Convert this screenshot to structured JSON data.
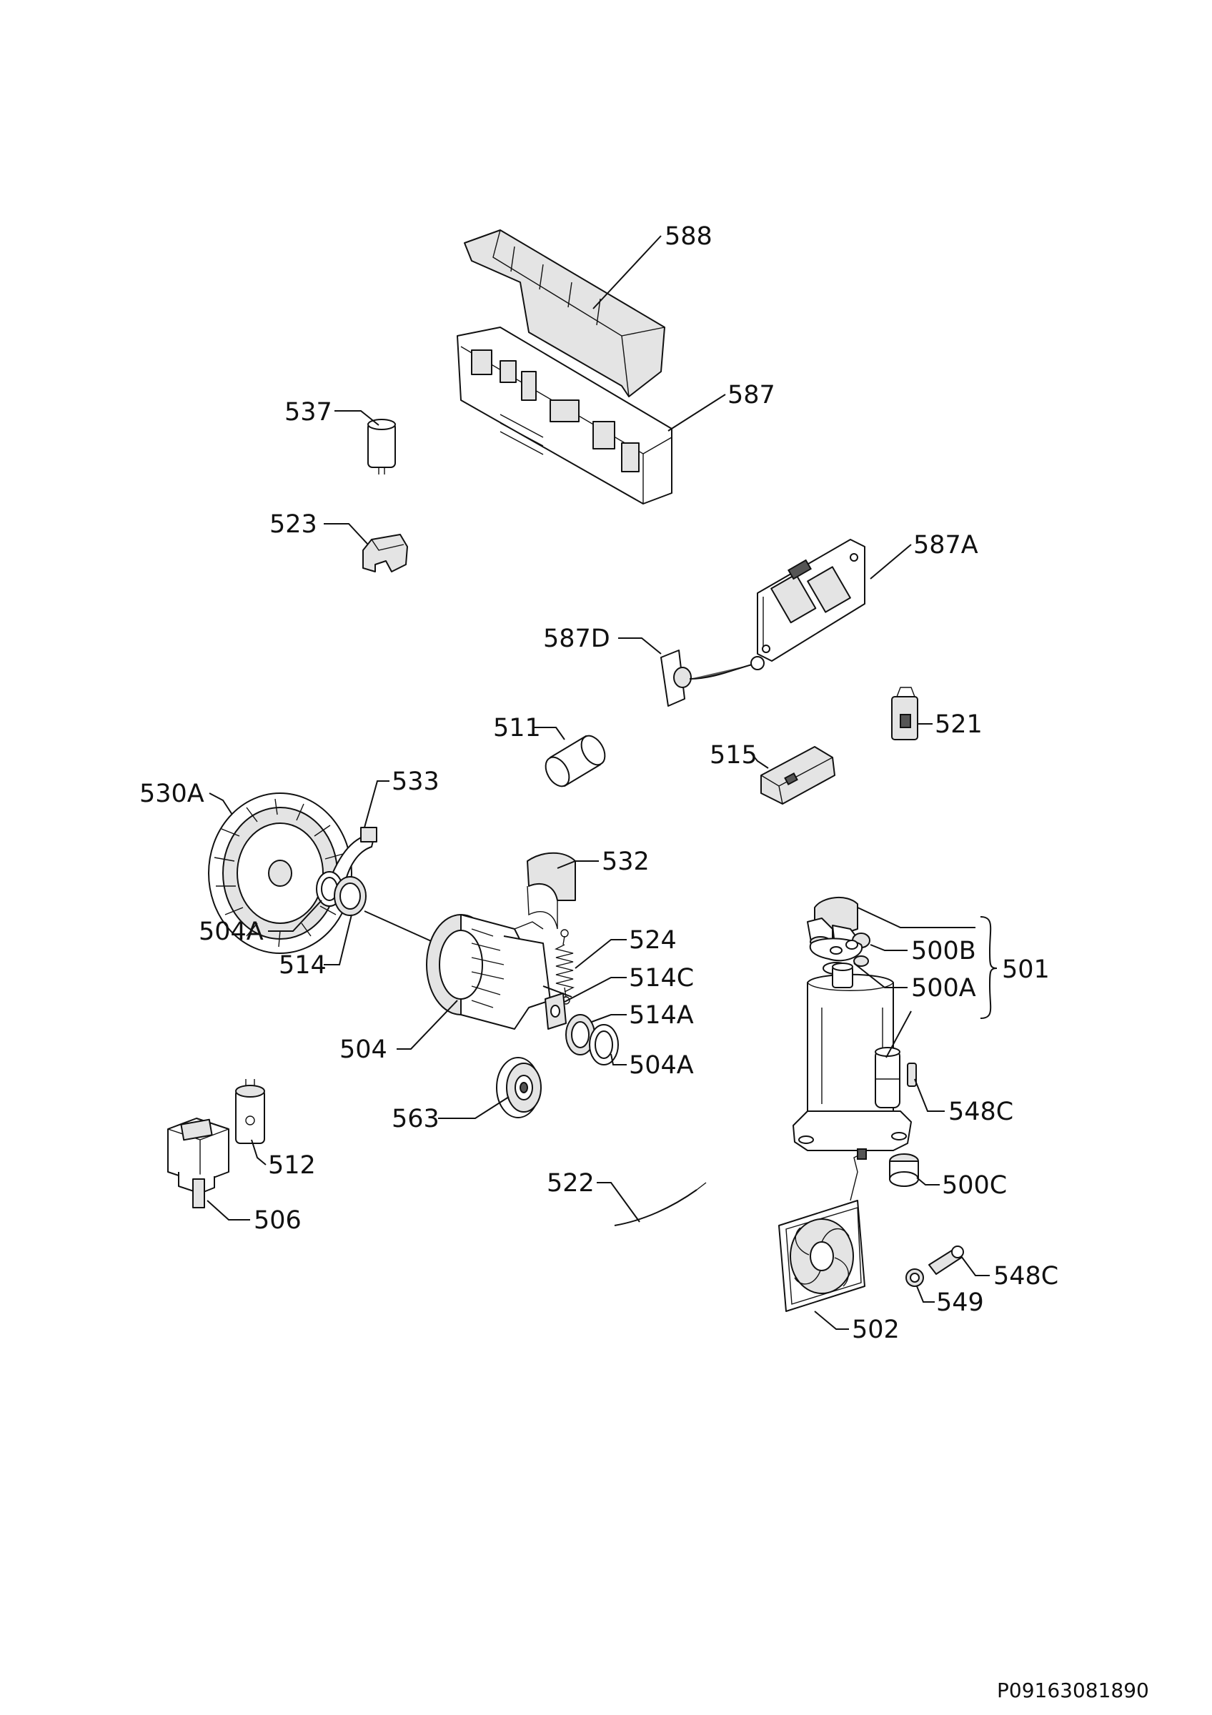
{
  "labels": {
    "p588": "588",
    "p587": "587",
    "p537": "537",
    "p523": "523",
    "p587A": "587A",
    "p587D": "587D",
    "p511": "511",
    "p521": "521",
    "p515": "515",
    "p530A": "530A",
    "p533": "533",
    "p532": "532",
    "p504A_left": "504A",
    "p514": "514",
    "p524": "524",
    "p514C": "514C",
    "p514A": "514A",
    "p504A_right": "504A",
    "p504": "504",
    "p500B": "500B",
    "p500A": "500A",
    "p501": "501",
    "p548C_top": "548C",
    "p563": "563",
    "p512": "512",
    "p506": "506",
    "p522": "522",
    "p500C": "500C",
    "p548C_bottom": "548C",
    "p549": "549",
    "p502": "502"
  },
  "document_id": "P09163081890"
}
